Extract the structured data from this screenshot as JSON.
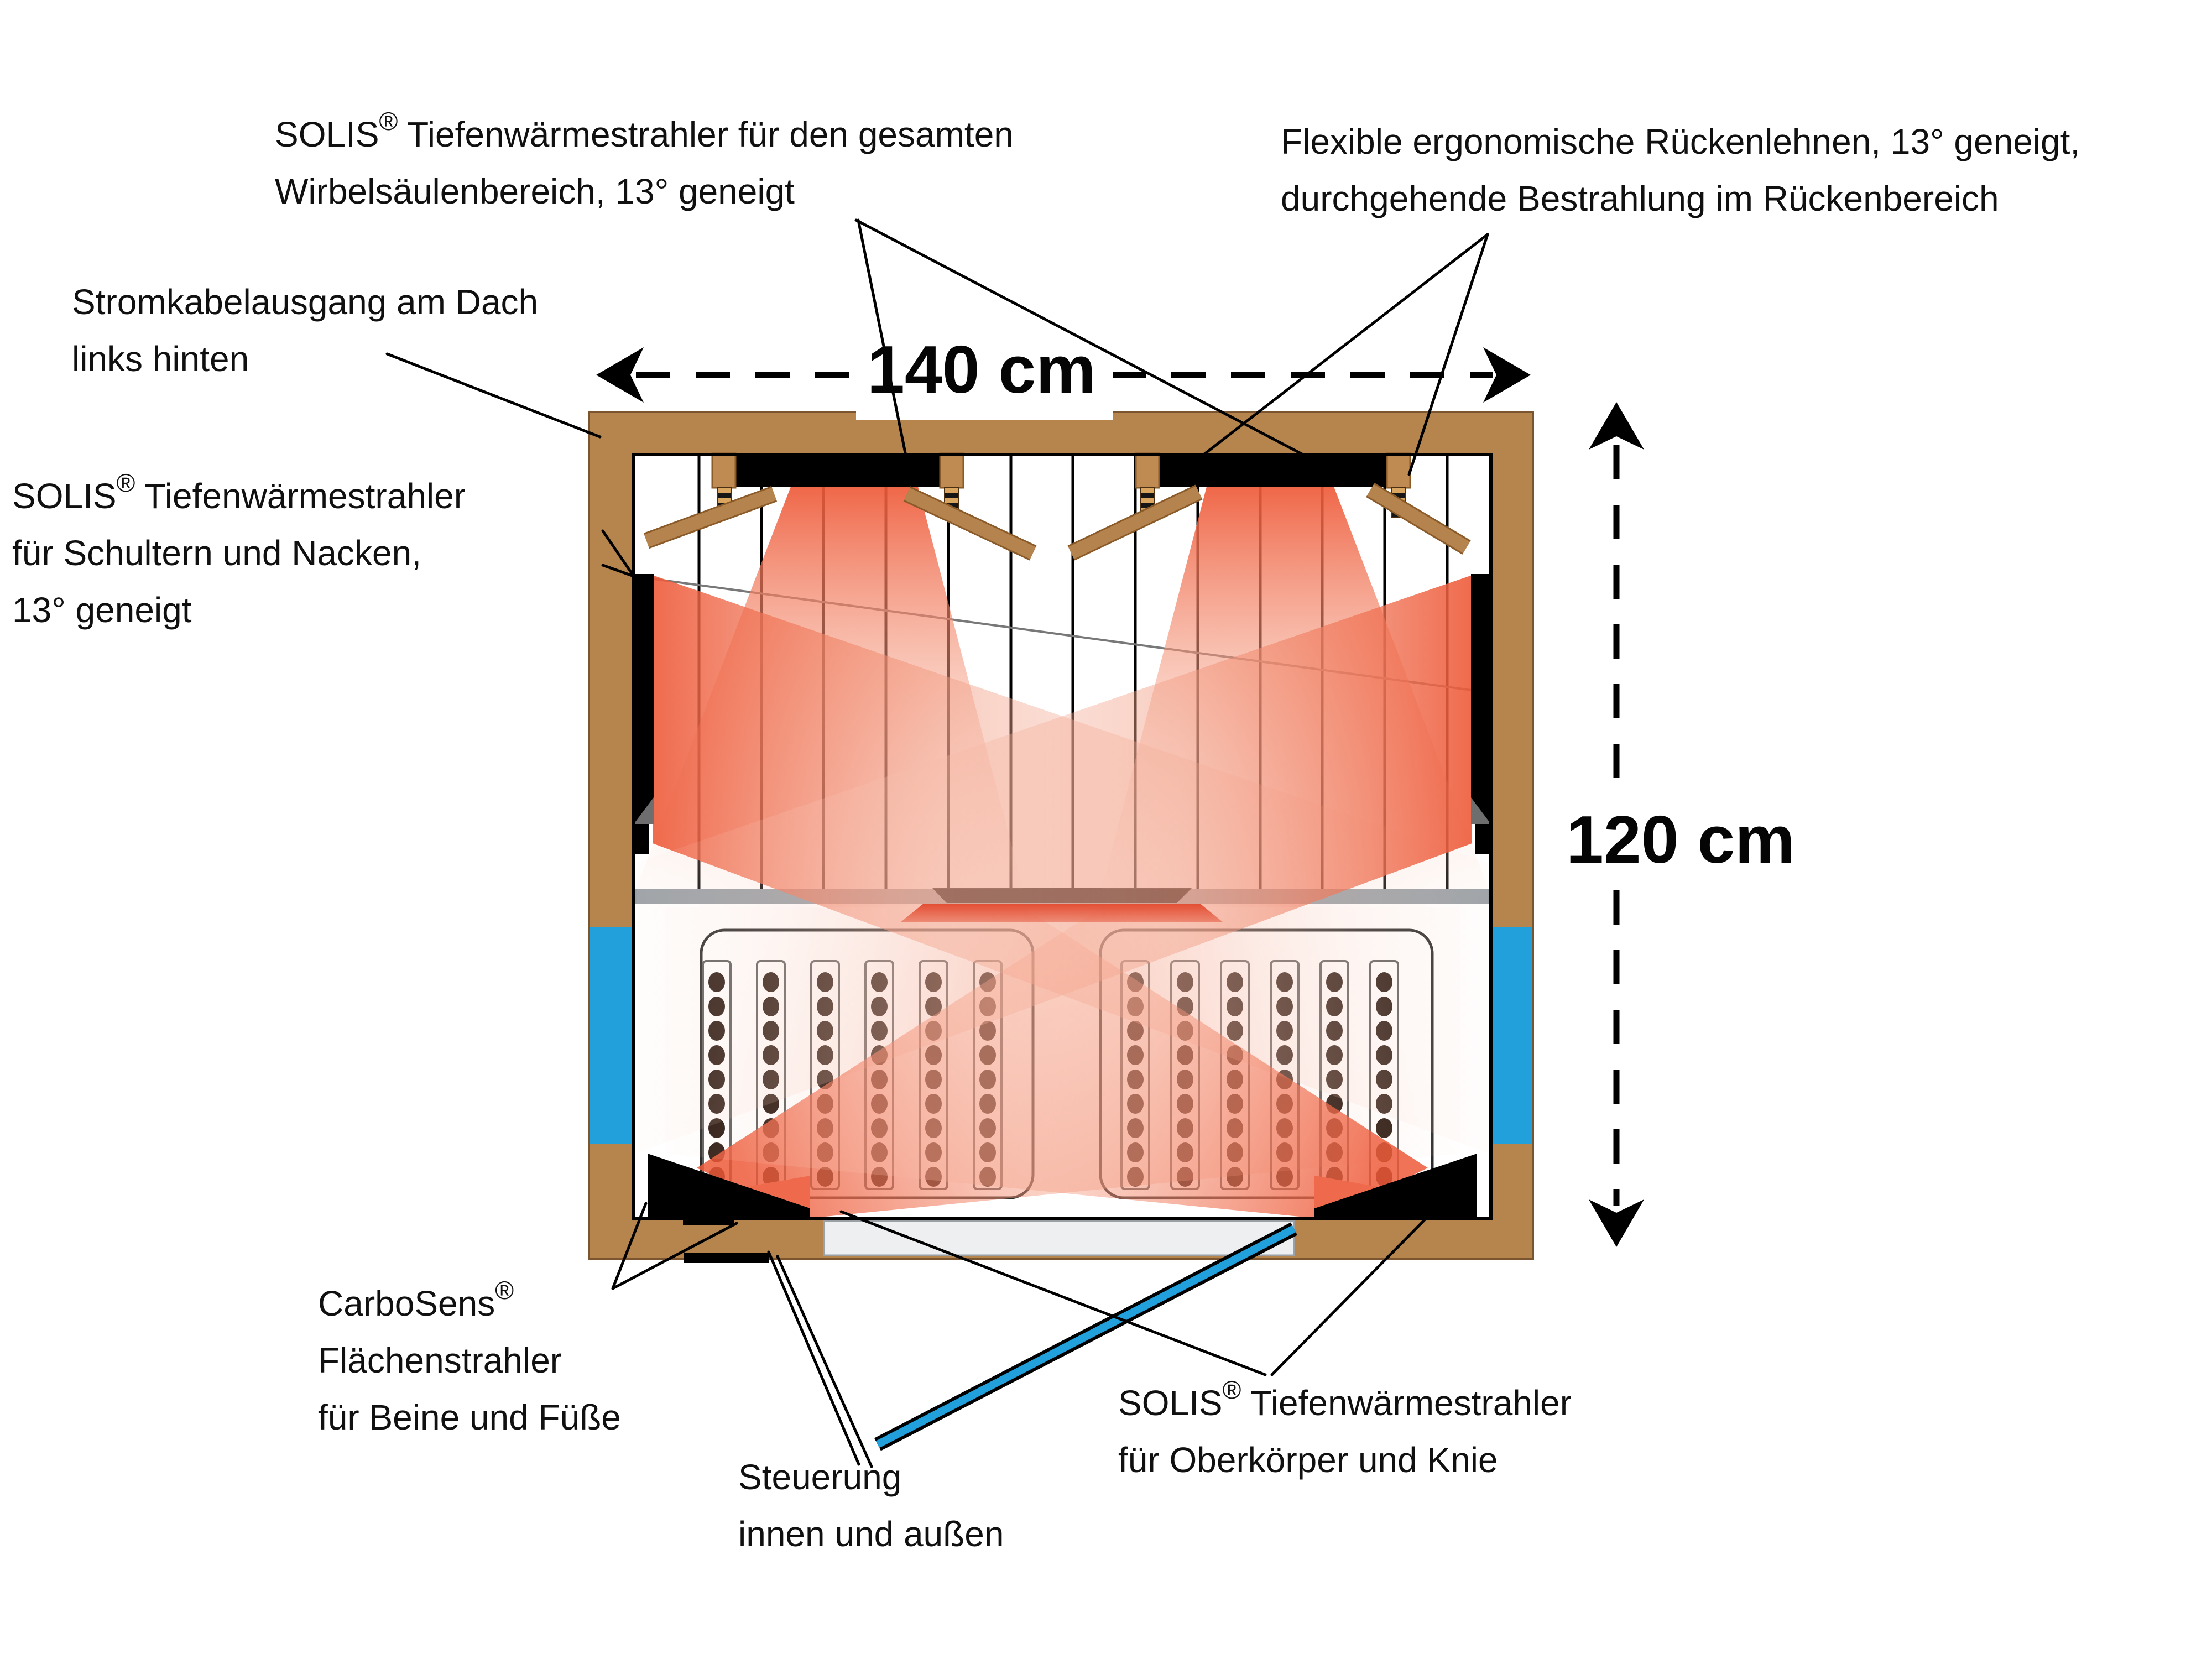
{
  "diagram": {
    "type": "infrared-sauna floor plan, top view",
    "dimensions": {
      "width": "140 cm",
      "depth": "120 cm"
    }
  },
  "annotations": {
    "spine": {
      "brand": "SOLIS",
      "reg": "®",
      "line1_rest": " Tiefenwärmestrahler für den gesamten",
      "line2": "Wirbelsäulenbereich, 13° geneigt"
    },
    "backrest": {
      "line1": "Flexible ergonomische Rückenlehnen, 13° geneigt,",
      "line2": "durchgehende Bestrahlung im Rückenbereich"
    },
    "cable": {
      "line1": "Stromkabelausgang am Dach",
      "line2": "links hinten"
    },
    "shoulder": {
      "brand": "SOLIS",
      "reg": "®",
      "line1_rest": " Tiefenwärmestrahler",
      "line2": "für Schultern und Nacken,",
      "line3": "13° geneigt"
    },
    "carbosens": {
      "brand": "CarboSens",
      "reg": "®",
      "line2": "Flächenstrahler",
      "line3": "für Beine und Füße"
    },
    "control": {
      "line1": "Steuerung",
      "line2": "innen und außen"
    },
    "torso": {
      "brand": "SOLIS",
      "reg": "®",
      "line1_rest": " Tiefenwärmestrahler",
      "line2": "für Oberkörper und Knie"
    }
  },
  "colors": {
    "wood": "#b6854e",
    "wood_edge": "#7b5530",
    "glass_blue": "#21a0dc",
    "heat_strong": "#ee5a39",
    "heat_mid": "#f4977c",
    "heat_pale": "#fbded2",
    "radiator_black": "#000000",
    "threshold_gray": "#edeff1",
    "bench_edge_gray": "#9ba1a6"
  }
}
